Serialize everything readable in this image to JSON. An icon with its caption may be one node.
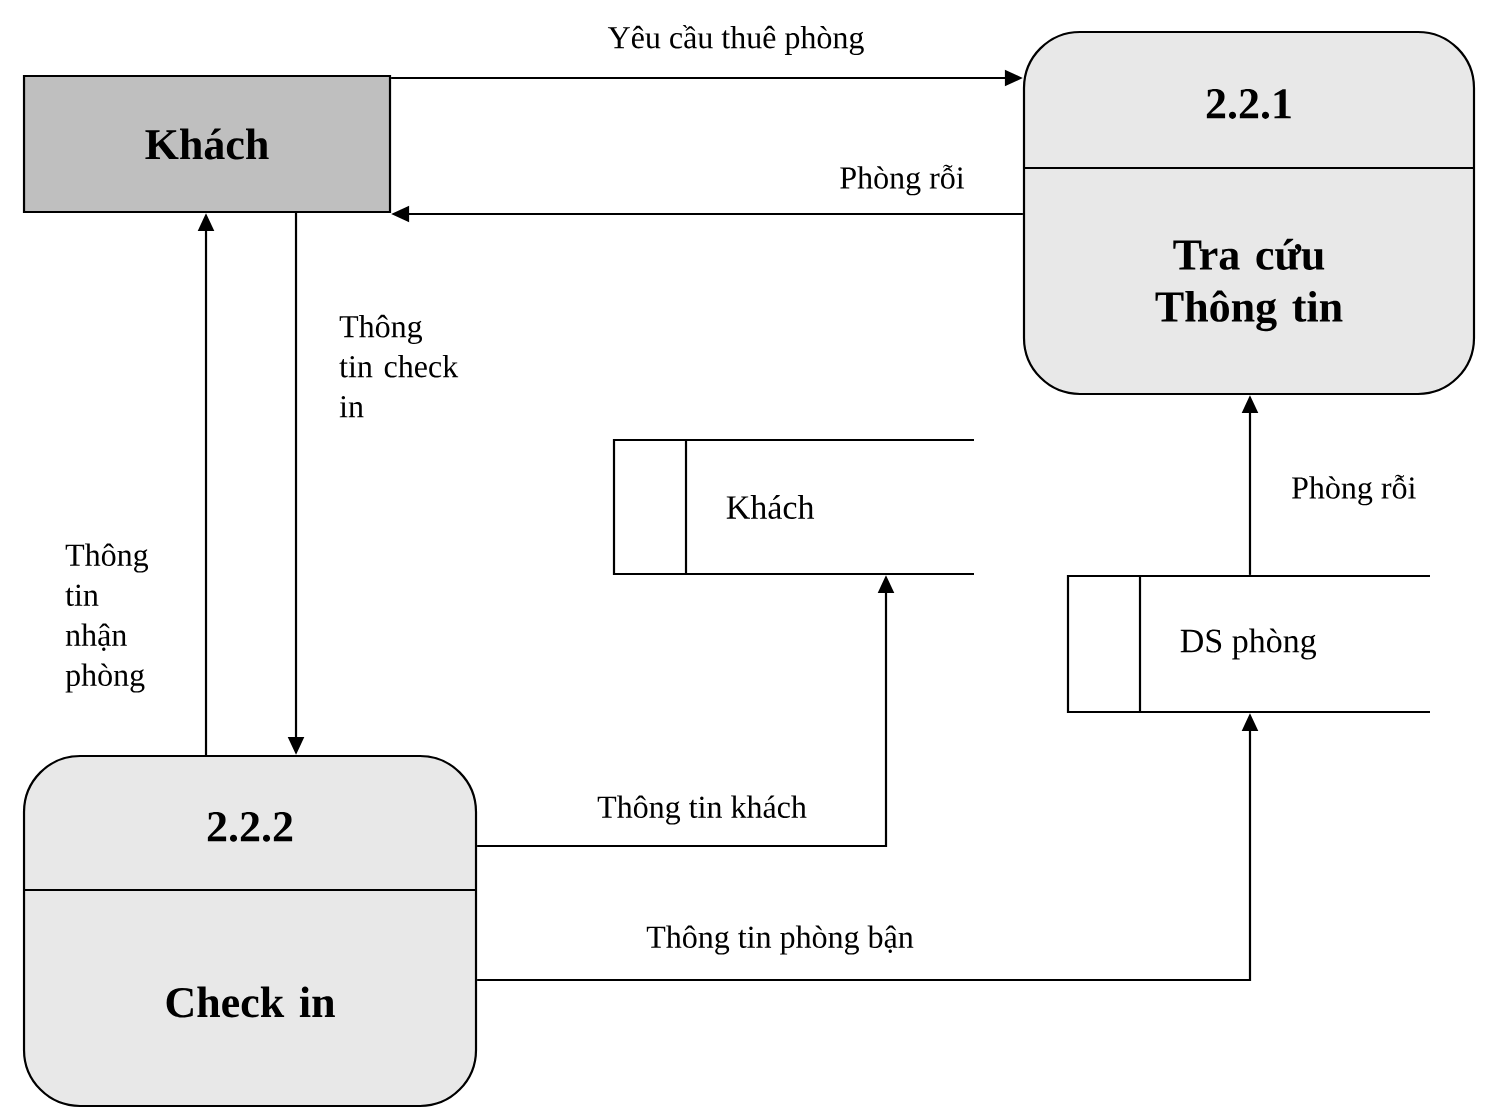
{
  "diagram": {
    "nodes": [
      {
        "text": [
          "Khách"
        ]
      },
      {
        "text": [
          "2.2.1",
          "Tra cứu Thông tin"
        ]
      },
      {
        "text": [
          "Khách"
        ]
      },
      {
        "text": [
          "DS phòng"
        ]
      },
      {
        "text": [
          "2.2.2",
          "Check in"
        ]
      }
    ],
    "edges": [
      {
        "from": 0,
        "to": 1,
        "arrow": "to",
        "label": "Yêu cầu thuê phòng"
      },
      {
        "from": 1,
        "to": 0,
        "arrow": "to",
        "label": "Phòng rỗi"
      },
      {
        "from": 0,
        "to": 4,
        "arrow": "to",
        "label": "Thông tin check in"
      },
      {
        "from": 4,
        "to": 0,
        "arrow": "to",
        "label": "Thông tin nhận phòng"
      },
      {
        "from": 3,
        "to": 1,
        "arrow": "to",
        "label": "Phòng rỗi"
      },
      {
        "from": 4,
        "to": 2,
        "arrow": "to",
        "label": "Thông tin khách"
      },
      {
        "from": 4,
        "to": 3,
        "arrow": "to",
        "label": "Thông tin  phòng bận"
      }
    ]
  }
}
